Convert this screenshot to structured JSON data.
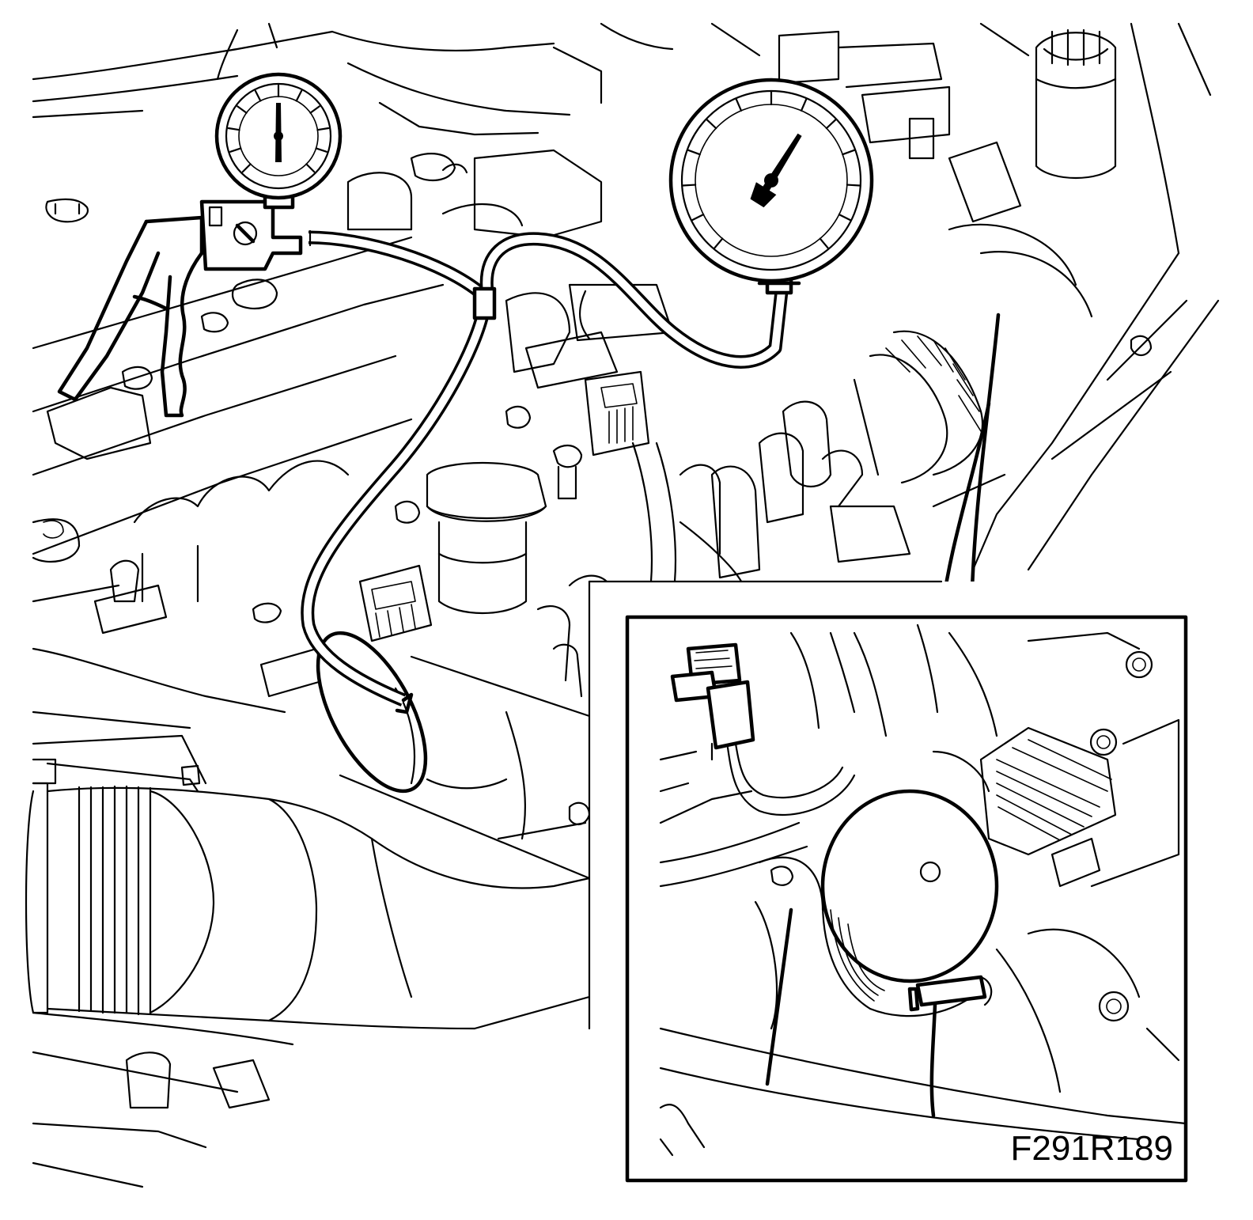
{
  "figure": {
    "id_label": "F291R189"
  },
  "colors": {
    "ink": "#000000",
    "paper": "#ffffff"
  },
  "gauges": {
    "left_needle_angle_deg": 0,
    "right_needle_angle_deg": 32
  }
}
